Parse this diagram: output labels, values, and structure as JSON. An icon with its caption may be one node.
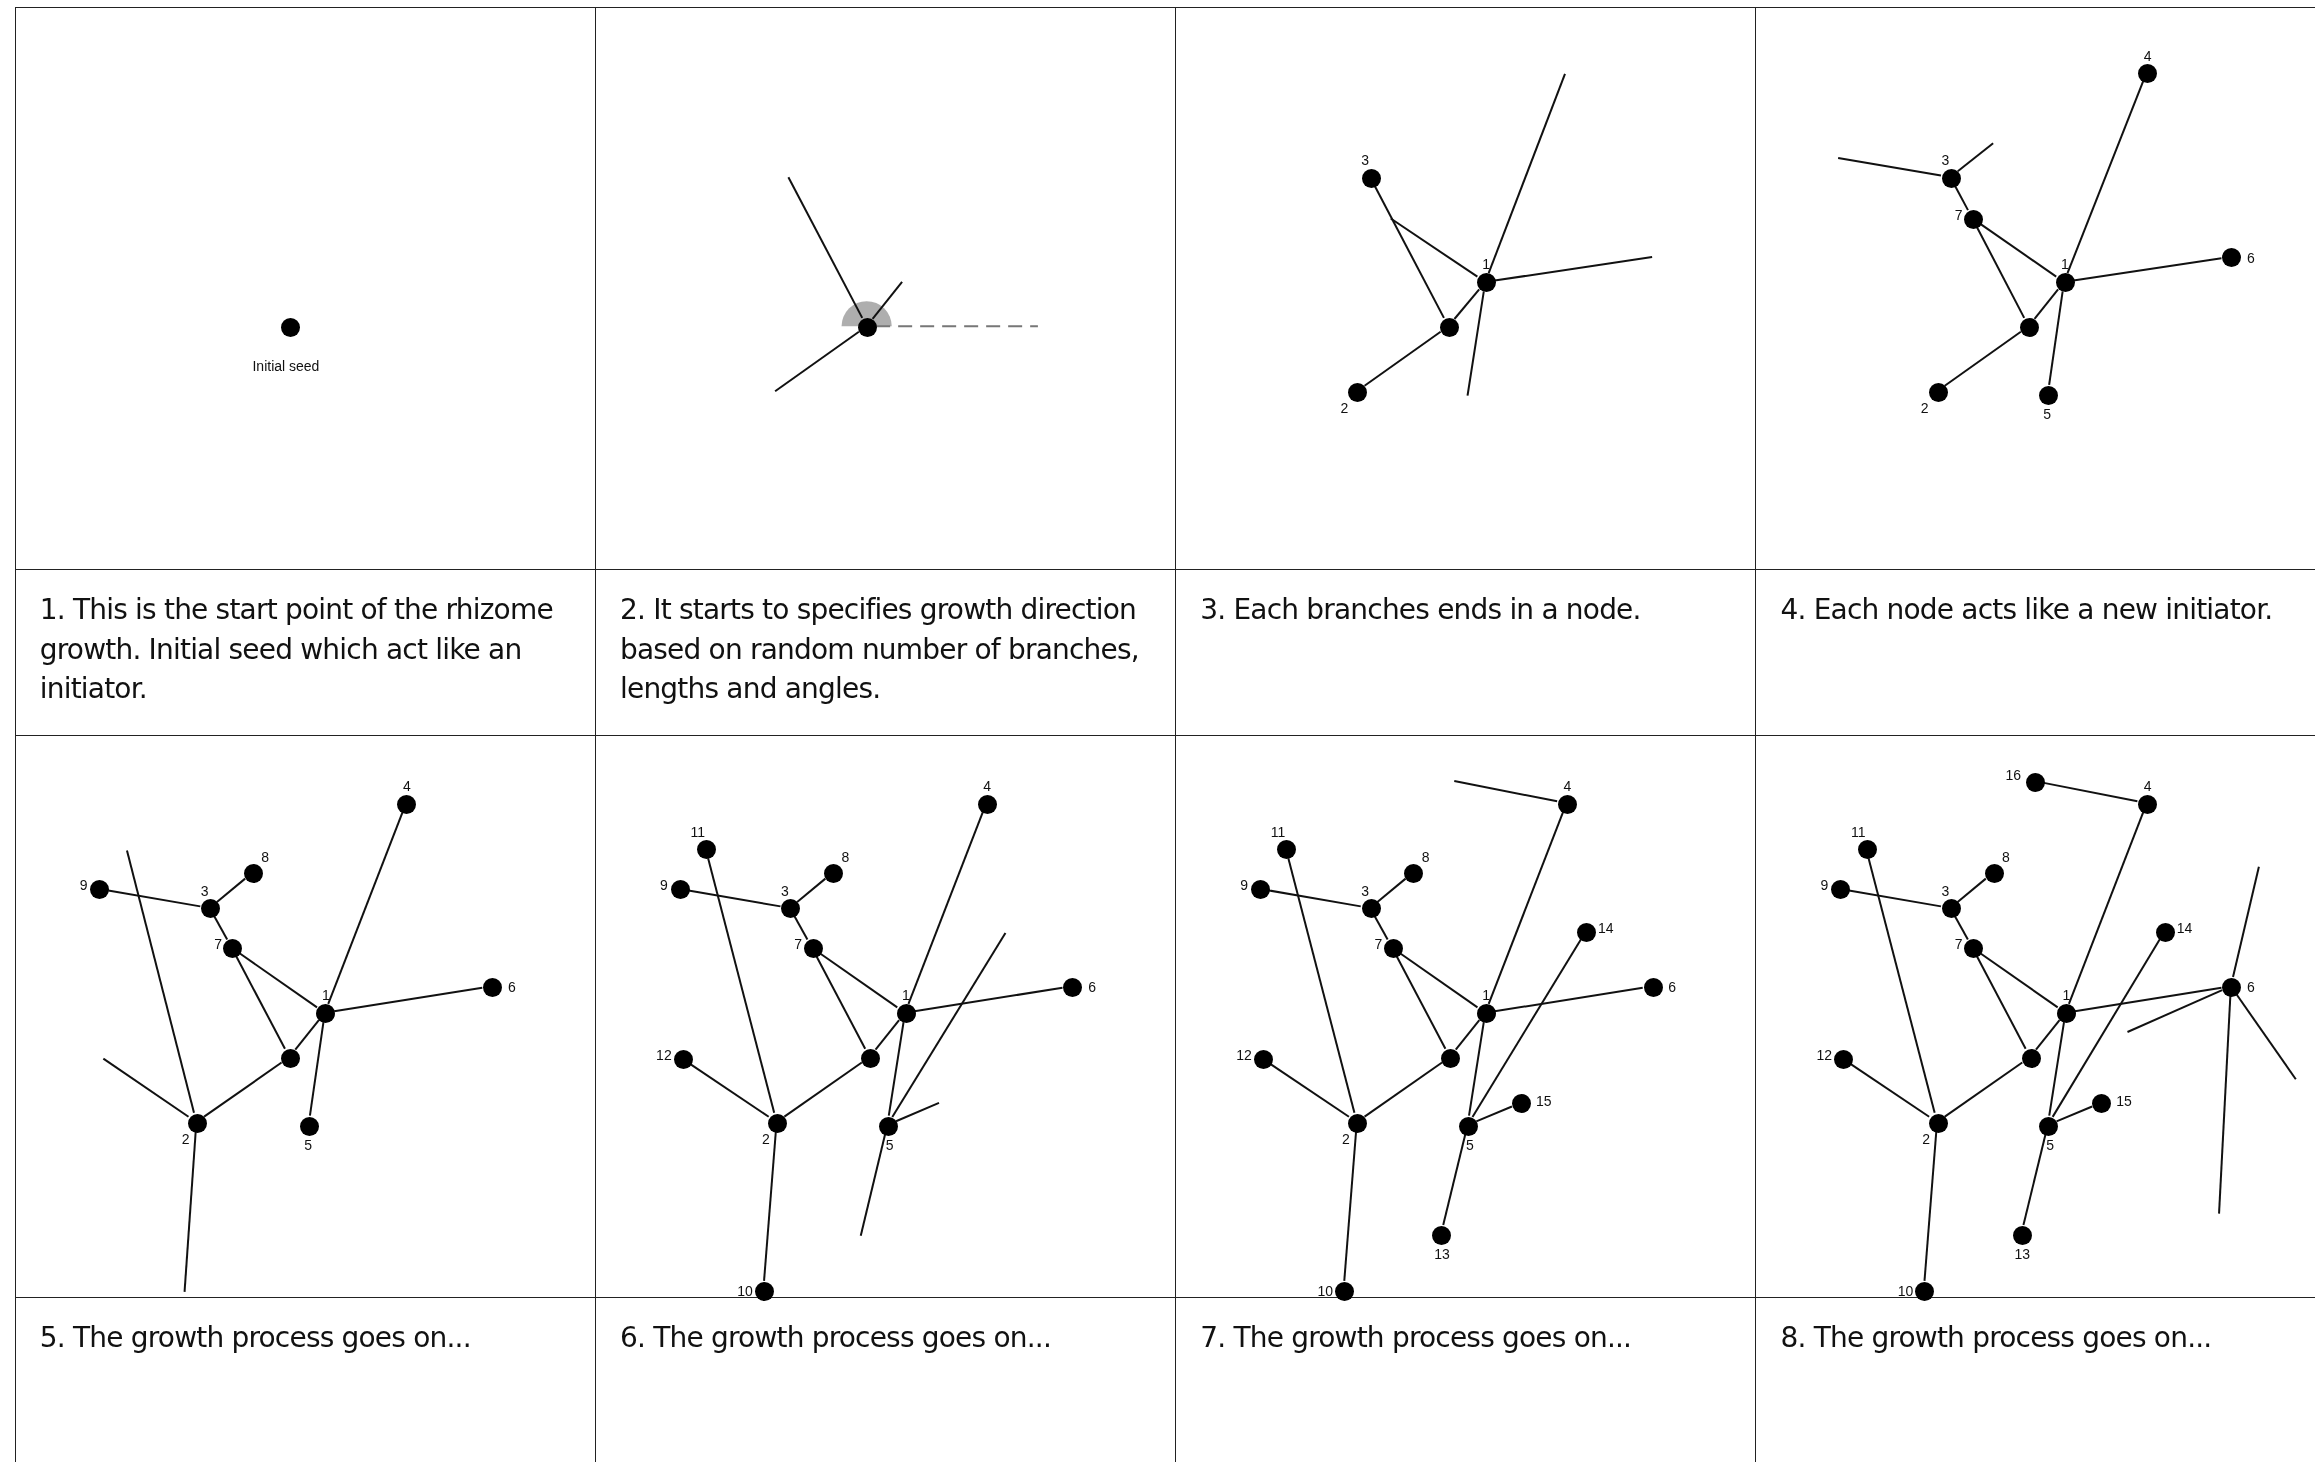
{
  "diagram": {
    "nodes": [
      {
        "text": [
          "1. This is the start point of the rhizome growth. Initial seed which act like an initiator."
        ]
      },
      {
        "text": [],
        "shape": "circle",
        "in": 0,
        "beside": [
          "Initial seed"
        ]
      },
      {
        "text": [
          "2. It starts to specifies growth direction based on random number of branches, lengths and angles."
        ]
      },
      {
        "text": [],
        "shape": "circle",
        "in": 2
      },
      {
        "text": [
          "3. Each branches ends in a node."
        ]
      },
      {
        "text": [],
        "shape": "circle",
        "in": 4,
        "beside": [
          "1"
        ]
      },
      {
        "text": [],
        "shape": "circle",
        "in": 4
      },
      {
        "text": [],
        "shape": "circle",
        "in": 4,
        "beside": [
          "2"
        ]
      },
      {
        "text": [],
        "shape": "circle",
        "in": 4,
        "beside": [
          "3"
        ]
      },
      {
        "text": [
          "4. Each node acts like a new initiator."
        ]
      },
      {
        "text": [],
        "shape": "circle",
        "in": 9,
        "beside": [
          "1"
        ]
      },
      {
        "text": [],
        "shape": "circle",
        "in": 9
      },
      {
        "text": [],
        "shape": "circle",
        "in": 9,
        "beside": [
          "2"
        ]
      },
      {
        "text": [],
        "shape": "circle",
        "in": 9,
        "beside": [
          "3"
        ]
      },
      {
        "text": [],
        "shape": "circle",
        "in": 9,
        "beside": [
          "4"
        ]
      },
      {
        "text": [],
        "shape": "circle",
        "in": 9,
        "beside": [
          "5"
        ]
      },
      {
        "text": [],
        "shape": "circle",
        "in": 9,
        "beside": [
          "6"
        ]
      },
      {
        "text": [],
        "shape": "circle",
        "in": 9,
        "beside": [
          "7"
        ]
      },
      {
        "text": [
          "5. The growth process goes on..."
        ]
      },
      {
        "text": [],
        "shape": "circle",
        "in": 18,
        "beside": [
          "1"
        ]
      },
      {
        "text": [],
        "shape": "circle",
        "in": 18
      },
      {
        "text": [],
        "shape": "circle",
        "in": 18,
        "beside": [
          "2"
        ]
      },
      {
        "text": [],
        "shape": "circle",
        "in": 18,
        "beside": [
          "3"
        ]
      },
      {
        "text": [],
        "shape": "circle",
        "in": 18,
        "beside": [
          "4"
        ]
      },
      {
        "text": [],
        "shape": "circle",
        "in": 18,
        "beside": [
          "5"
        ]
      },
      {
        "text": [],
        "shape": "circle",
        "in": 18,
        "beside": [
          "6"
        ]
      },
      {
        "text": [],
        "shape": "circle",
        "in": 18,
        "beside": [
          "7"
        ]
      },
      {
        "text": [],
        "shape": "circle",
        "in": 18,
        "beside": [
          "8"
        ]
      },
      {
        "text": [],
        "shape": "circle",
        "in": 18,
        "beside": [
          "9"
        ]
      },
      {
        "text": [
          "6. The growth process goes on..."
        ]
      },
      {
        "text": [],
        "shape": "circle",
        "in": 29,
        "beside": [
          "1"
        ]
      },
      {
        "text": [],
        "shape": "circle",
        "in": 29
      },
      {
        "text": [],
        "shape": "circle",
        "in": 29,
        "beside": [
          "2"
        ]
      },
      {
        "text": [],
        "shape": "circle",
        "in": 29,
        "beside": [
          "3"
        ]
      },
      {
        "text": [],
        "shape": "circle",
        "in": 29,
        "beside": [
          "4"
        ]
      },
      {
        "text": [],
        "shape": "circle",
        "in": 29,
        "beside": [
          "5"
        ]
      },
      {
        "text": [],
        "shape": "circle",
        "in": 29,
        "beside": [
          "6"
        ]
      },
      {
        "text": [],
        "shape": "circle",
        "in": 29,
        "beside": [
          "7"
        ]
      },
      {
        "text": [],
        "shape": "circle",
        "in": 29,
        "beside": [
          "8"
        ]
      },
      {
        "text": [],
        "shape": "circle",
        "in": 29,
        "beside": [
          "9"
        ]
      },
      {
        "text": [],
        "shape": "circle",
        "in": 29,
        "beside": [
          "10"
        ]
      },
      {
        "text": [],
        "shape": "circle",
        "in": 29,
        "beside": [
          "11"
        ]
      },
      {
        "text": [],
        "shape": "circle",
        "in": 29,
        "beside": [
          "12"
        ]
      },
      {
        "text": [
          "7. The growth process goes on..."
        ]
      },
      {
        "text": [],
        "shape": "circle",
        "in": 43,
        "beside": [
          "1"
        ]
      },
      {
        "text": [],
        "shape": "circle",
        "in": 43
      },
      {
        "text": [],
        "shape": "circle",
        "in": 43,
        "beside": [
          "2"
        ]
      },
      {
        "text": [],
        "shape": "circle",
        "in": 43,
        "beside": [
          "3"
        ]
      },
      {
        "text": [],
        "shape": "circle",
        "in": 43,
        "beside": [
          "4"
        ]
      },
      {
        "text": [],
        "shape": "circle",
        "in": 43,
        "beside": [
          "5"
        ]
      },
      {
        "text": [],
        "shape": "circle",
        "in": 43,
        "beside": [
          "6"
        ]
      },
      {
        "text": [],
        "shape": "circle",
        "in": 43,
        "beside": [
          "7"
        ]
      },
      {
        "text": [],
        "shape": "circle",
        "in": 43,
        "beside": [
          "8"
        ]
      },
      {
        "text": [],
        "shape": "circle",
        "in": 43,
        "beside": [
          "9"
        ]
      },
      {
        "text": [],
        "shape": "circle",
        "in": 43,
        "beside": [
          "10"
        ]
      },
      {
        "text": [],
        "shape": "circle",
        "in": 43,
        "beside": [
          "11"
        ]
      },
      {
        "text": [],
        "shape": "circle",
        "in": 43,
        "beside": [
          "12"
        ]
      },
      {
        "text": [],
        "shape": "circle",
        "in": 43,
        "beside": [
          "13"
        ]
      },
      {
        "text": [],
        "shape": "circle",
        "in": 43,
        "beside": [
          "14"
        ]
      },
      {
        "text": [],
        "shape": "circle",
        "in": 43,
        "beside": [
          "15"
        ]
      },
      {
        "text": [
          "8. The growth process goes on..."
        ]
      },
      {
        "text": [],
        "shape": "circle",
        "in": 60,
        "beside": [
          "1"
        ]
      },
      {
        "text": [],
        "shape": "circle",
        "in": 60
      },
      {
        "text": [],
        "shape": "circle",
        "in": 60,
        "beside": [
          "2"
        ]
      },
      {
        "text": [],
        "shape": "circle",
        "in": 60,
        "beside": [
          "3"
        ]
      },
      {
        "text": [],
        "shape": "circle",
        "in": 60,
        "beside": [
          "4"
        ]
      },
      {
        "text": [],
        "shape": "circle",
        "in": 60,
        "beside": [
          "5"
        ]
      },
      {
        "text": [],
        "shape": "circle",
        "in": 60,
        "beside": [
          "6"
        ]
      },
      {
        "text": [],
        "shape": "circle",
        "in": 60,
        "beside": [
          "7"
        ]
      },
      {
        "text": [],
        "shape": "circle",
        "in": 60,
        "beside": [
          "8"
        ]
      },
      {
        "text": [],
        "shape": "circle",
        "in": 60,
        "beside": [
          "9"
        ]
      },
      {
        "text": [],
        "shape": "circle",
        "in": 60,
        "beside": [
          "10"
        ]
      },
      {
        "text": [],
        "shape": "circle",
        "in": 60,
        "beside": [
          "11"
        ]
      },
      {
        "text": [],
        "shape": "circle",
        "in": 60,
        "beside": [
          "12"
        ]
      },
      {
        "text": [],
        "shape": "circle",
        "in": 60,
        "beside": [
          "13"
        ]
      },
      {
        "text": [],
        "shape": "circle",
        "in": 60,
        "beside": [
          "14"
        ]
      },
      {
        "text": [],
        "shape": "circle",
        "in": 60,
        "beside": [
          "15"
        ]
      },
      {
        "text": [],
        "shape": "circle",
        "in": 60,
        "beside": [
          "16"
        ]
      }
    ],
    "edges": [
      {
        "from": 3,
        "to": null,
        "arrow": "none"
      },
      {
        "from": 3,
        "to": null,
        "arrow": "none"
      },
      {
        "from": 3,
        "to": null,
        "arrow": "none"
      },
      {
        "from": 5,
        "to": 6,
        "arrow": "none"
      },
      {
        "from": 6,
        "to": 7,
        "arrow": "none"
      },
      {
        "from": 6,
        "to": 8,
        "arrow": "none"
      },
      {
        "from": 5,
        "to": null,
        "arrow": "none"
      },
      {
        "from": 5,
        "to": null,
        "arrow": "none"
      },
      {
        "from": 5,
        "to": null,
        "arrow": "none"
      },
      {
        "from": 5,
        "to": null,
        "arrow": "none"
      },
      {
        "from": 10,
        "to": 11,
        "arrow": "none"
      },
      {
        "from": 11,
        "to": 12,
        "arrow": "none"
      },
      {
        "from": 11,
        "to": 17,
        "arrow": "none"
      },
      {
        "from": 17,
        "to": 13,
        "arrow": "none"
      },
      {
        "from": 17,
        "to": 10,
        "arrow": "none"
      },
      {
        "from": 10,
        "to": 14,
        "arrow": "none"
      },
      {
        "from": 10,
        "to": 16,
        "arrow": "none"
      },
      {
        "from": 10,
        "to": 15,
        "arrow": "none"
      },
      {
        "from": 13,
        "to": null,
        "arrow": "none"
      },
      {
        "from": 13,
        "to": null,
        "arrow": "none"
      },
      {
        "from": 19,
        "to": 20,
        "arrow": "none"
      },
      {
        "from": 20,
        "to": 21,
        "arrow": "none"
      },
      {
        "from": 20,
        "to": 26,
        "arrow": "none"
      },
      {
        "from": 26,
        "to": 22,
        "arrow": "none"
      },
      {
        "from": 26,
        "to": 19,
        "arrow": "none"
      },
      {
        "from": 19,
        "to": 23,
        "arrow": "none"
      },
      {
        "from": 19,
        "to": 25,
        "arrow": "none"
      },
      {
        "from": 19,
        "to": 24,
        "arrow": "none"
      },
      {
        "from": 22,
        "to": 27,
        "arrow": "none"
      },
      {
        "from": 22,
        "to": 28,
        "arrow": "none"
      },
      {
        "from": 21,
        "to": null,
        "arrow": "none"
      },
      {
        "from": 21,
        "to": null,
        "arrow": "none"
      },
      {
        "from": 21,
        "to": null,
        "arrow": "none"
      },
      {
        "from": 30,
        "to": 31,
        "arrow": "none"
      },
      {
        "from": 31,
        "to": 32,
        "arrow": "none"
      },
      {
        "from": 31,
        "to": 37,
        "arrow": "none"
      },
      {
        "from": 37,
        "to": 33,
        "arrow": "none"
      },
      {
        "from": 37,
        "to": 30,
        "arrow": "none"
      },
      {
        "from": 30,
        "to": 34,
        "arrow": "none"
      },
      {
        "from": 30,
        "to": 36,
        "arrow": "none"
      },
      {
        "from": 30,
        "to": 35,
        "arrow": "none"
      },
      {
        "from": 33,
        "to": 38,
        "arrow": "none"
      },
      {
        "from": 33,
        "to": 39,
        "arrow": "none"
      },
      {
        "from": 32,
        "to": 41,
        "arrow": "none"
      },
      {
        "from": 32,
        "to": 42,
        "arrow": "none"
      },
      {
        "from": 32,
        "to": 40,
        "arrow": "none"
      },
      {
        "from": 35,
        "to": null,
        "arrow": "none"
      },
      {
        "from": 35,
        "to": null,
        "arrow": "none"
      },
      {
        "from": 35,
        "to": null,
        "arrow": "none"
      },
      {
        "from": 44,
        "to": 45,
        "arrow": "none"
      },
      {
        "from": 45,
        "to": 46,
        "arrow": "none"
      },
      {
        "from": 45,
        "to": 51,
        "arrow": "none"
      },
      {
        "from": 51,
        "to": 47,
        "arrow": "none"
      },
      {
        "from": 51,
        "to": 44,
        "arrow": "none"
      },
      {
        "from": 44,
        "to": 48,
        "arrow": "none"
      },
      {
        "from": 44,
        "to": 50,
        "arrow": "none"
      },
      {
        "from": 44,
        "to": 49,
        "arrow": "none"
      },
      {
        "from": 47,
        "to": 52,
        "arrow": "none"
      },
      {
        "from": 47,
        "to": 53,
        "arrow": "none"
      },
      {
        "from": 46,
        "to": 55,
        "arrow": "none"
      },
      {
        "from": 46,
        "to": 56,
        "arrow": "none"
      },
      {
        "from": 46,
        "to": 54,
        "arrow": "none"
      },
      {
        "from": 49,
        "to": 58,
        "arrow": "none"
      },
      {
        "from": 49,
        "to": 59,
        "arrow": "none"
      },
      {
        "from": 49,
        "to": 57,
        "arrow": "none"
      },
      {
        "from": 48,
        "to": null,
        "arrow": "none"
      },
      {
        "from": 61,
        "to": 62,
        "arrow": "none"
      },
      {
        "from": 62,
        "to": 63,
        "arrow": "none"
      },
      {
        "from": 62,
        "to": 68,
        "arrow": "none"
      },
      {
        "from": 68,
        "to": 64,
        "arrow": "none"
      },
      {
        "from": 68,
        "to": 61,
        "arrow": "none"
      },
      {
        "from": 61,
        "to": 65,
        "arrow": "none"
      },
      {
        "from": 61,
        "to": 67,
        "arrow": "none"
      },
      {
        "from": 61,
        "to": 66,
        "arrow": "none"
      },
      {
        "from": 64,
        "to": 69,
        "arrow": "none"
      },
      {
        "from": 64,
        "to": 70,
        "arrow": "none"
      },
      {
        "from": 63,
        "to": 72,
        "arrow": "none"
      },
      {
        "from": 63,
        "to": 73,
        "arrow": "none"
      },
      {
        "from": 63,
        "to": 71,
        "arrow": "none"
      },
      {
        "from": 66,
        "to": 75,
        "arrow": "none"
      },
      {
        "from": 66,
        "to": 76,
        "arrow": "none"
      },
      {
        "from": 66,
        "to": 74,
        "arrow": "none"
      },
      {
        "from": 65,
        "to": 77,
        "arrow": "none"
      },
      {
        "from": 67,
        "to": null,
        "arrow": "none"
      },
      {
        "from": 67,
        "to": null,
        "arrow": "none"
      },
      {
        "from": 67,
        "to": null,
        "arrow": "none"
      },
      {
        "from": 67,
        "to": null,
        "arrow": "none"
      }
    ]
  }
}
